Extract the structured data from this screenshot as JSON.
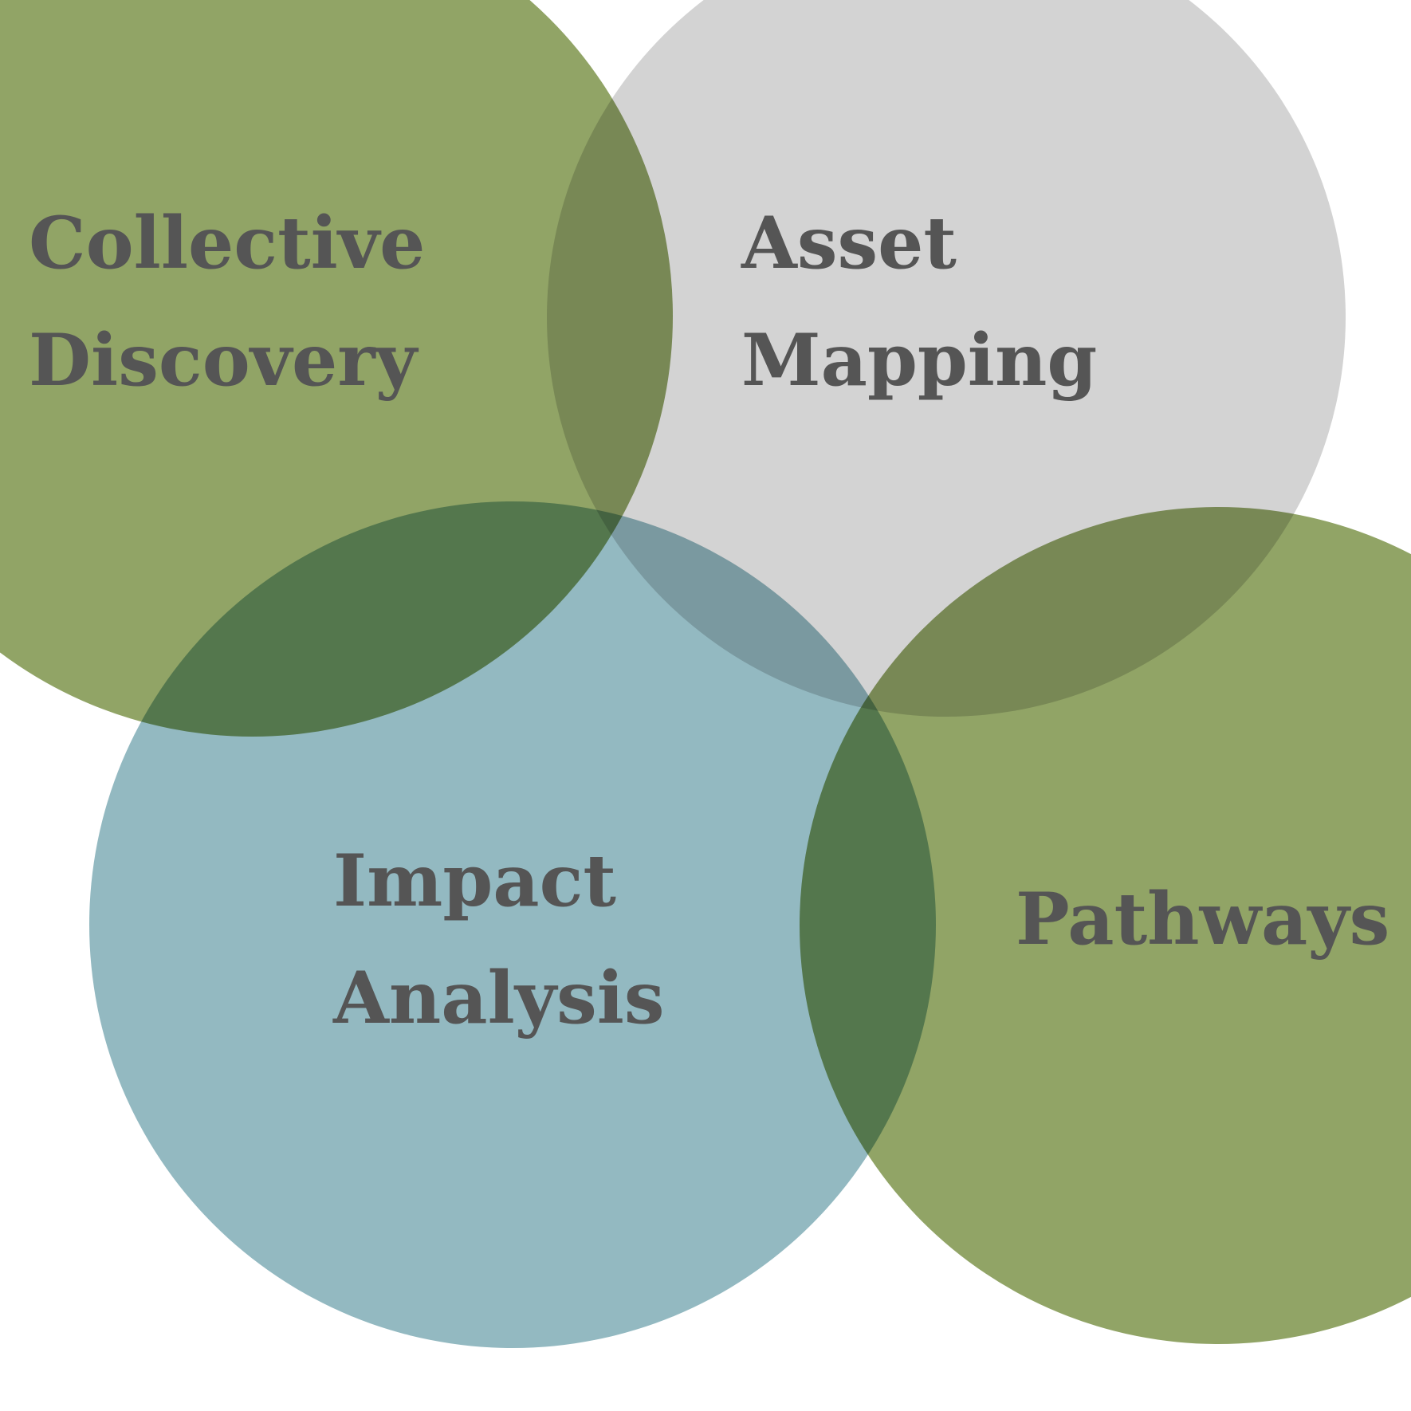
{
  "diagram": {
    "circles": [
      {
        "id": "collective-discovery",
        "label_lines": [
          "Collective",
          "Discovery"
        ],
        "color": "#91a466"
      },
      {
        "id": "asset-mapping",
        "label_lines": [
          "Asset",
          "Mapping"
        ],
        "color": "#d3d3d3"
      },
      {
        "id": "impact-analysis",
        "label_lines": [
          "Impact",
          "Analysis"
        ],
        "color": "#93b9c1"
      },
      {
        "id": "pathways",
        "label_lines": [
          "Pathways"
        ],
        "color": "#91a466"
      }
    ],
    "label_color": "#555555",
    "background": "#ffffff"
  }
}
